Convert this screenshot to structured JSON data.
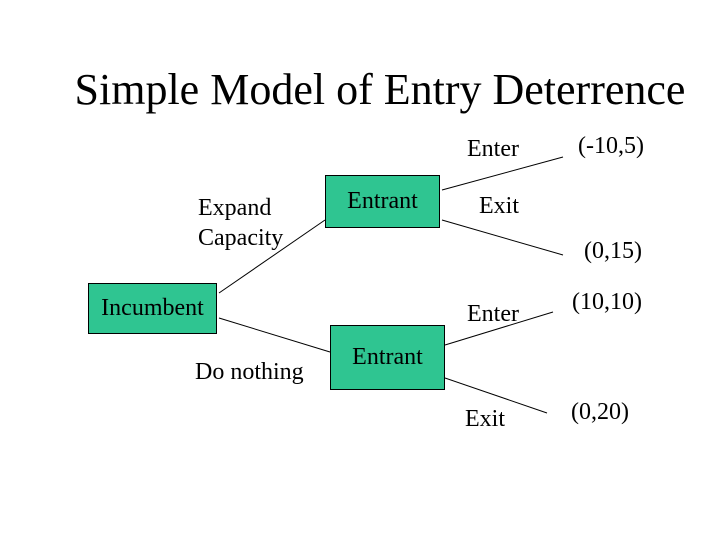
{
  "slide": {
    "title": "Simple Model of Entry Deterrence",
    "colors": {
      "background": "#ffffff",
      "node_fill": "#2fc591",
      "node_border": "#000000",
      "line": "#000000",
      "text": "#000000"
    },
    "tree": {
      "root": {
        "label": "Incumbent"
      },
      "actions": [
        {
          "label": "Expand Capacity",
          "line1": "Expand",
          "line2": "Capacity"
        },
        {
          "label": "Do nothing"
        }
      ],
      "nodes": [
        {
          "label": "Entrant"
        },
        {
          "label": "Entrant"
        }
      ],
      "branches": [
        {
          "action": "Enter",
          "payoff": "(-10,5)"
        },
        {
          "action": "Exit",
          "payoff": "(0,15)"
        },
        {
          "action": "Enter",
          "payoff": "(10,10)"
        },
        {
          "action": "Exit",
          "payoff": "(0,20)"
        }
      ]
    }
  }
}
